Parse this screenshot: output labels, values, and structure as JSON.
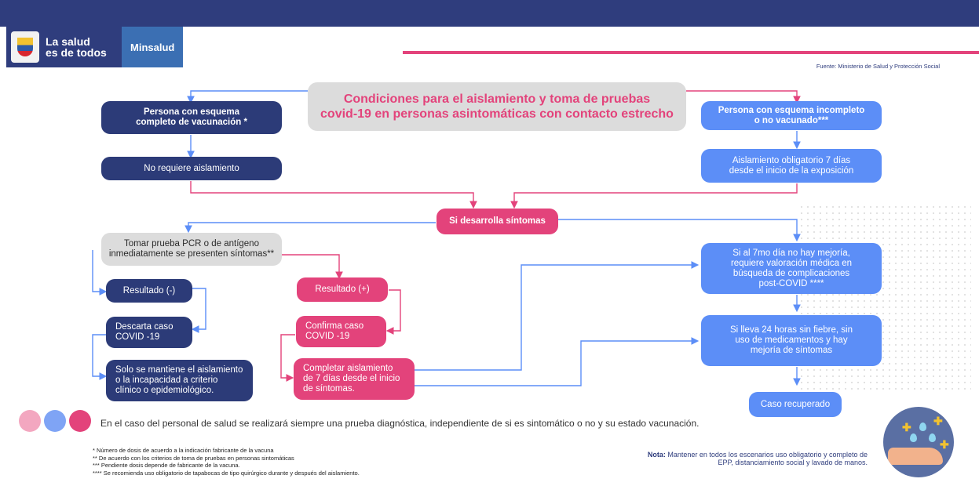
{
  "header": {
    "slogan_line1": "La salud",
    "slogan_line2": "es de todos",
    "brand": "Minsalud",
    "source": "Fuente: Ministerio de Salud y Protección Social"
  },
  "title": "Condiciones para el aislamiento y toma de pruebas\ncovid-19 en personas asintomáticas con contacto estrecho",
  "nodes": {
    "complete_scheme": "Persona con esquema\ncompleto de vacunación *",
    "no_isolation": "No requiere aislamiento",
    "incomplete_scheme": "Persona con esquema incompleto\no no vacunado***",
    "mandatory_isolation": "Aislamiento obligatorio 7 días\ndesde  el inicio de la exposición",
    "develops_symptoms": "Si desarrolla síntomas",
    "take_test": "Tomar prueba PCR o de antígeno\ninmediatamente se presenten síntomas**",
    "result_negative": "Resultado (-)",
    "discard_case": "Descarta caso\nCOVID -19",
    "maintain_isolation": "Solo se mantiene el aislamiento\no la incapacidad a criterio\nclínico o epidemiológico.",
    "result_positive": "Resultado (+)",
    "confirm_case": "Confirma caso\nCOVID -19",
    "complete_isolation": "Completar aislamiento\nde 7 días desde el inicio\nde síntomas.",
    "day7_no_improvement": "Si al 7mo día no hay mejoría,\nrequiere valoración médica en\nbúsqueda de complicaciones\npost-COVID ****",
    "24h_no_fever": "Si lleva 24 horas sin fiebre, sin\nuso de medicamentos y hay\nmejoría de síntomas",
    "recovered": "Caso recuperado"
  },
  "staff_note": "En el caso del personal de salud se realizará siempre una prueba diagnóstica, independiente de si es sintomático o no y su estado vacunación.",
  "footnotes": [
    "*  Número de dosis de acuerdo a la indicación fabricante de la vacuna",
    "**  De acuerdo con los criterios de toma de pruebas en personas sintomáticas",
    "*** Pendiente dosis depende de fabricante de la vacuna.",
    "**** Se recomienda uso obligatorio de tapabocas de tipo quirúrgico durante y después del aislamiento."
  ],
  "note": {
    "label": "Nota:",
    "text": "Mantener en todos los escenarios uso obligatorio y completo de EPP, distanciamiento social y lavado de manos."
  },
  "icons": [
    "coat-of-arms-icon",
    "doctor-icon",
    "nurse-icon",
    "health-worker-icon",
    "handwashing-icon"
  ],
  "colors": {
    "navy": "#2c3b78",
    "blue": "#5c8ef7",
    "pink": "#e3437b",
    "gray": "#dcdcdc"
  }
}
